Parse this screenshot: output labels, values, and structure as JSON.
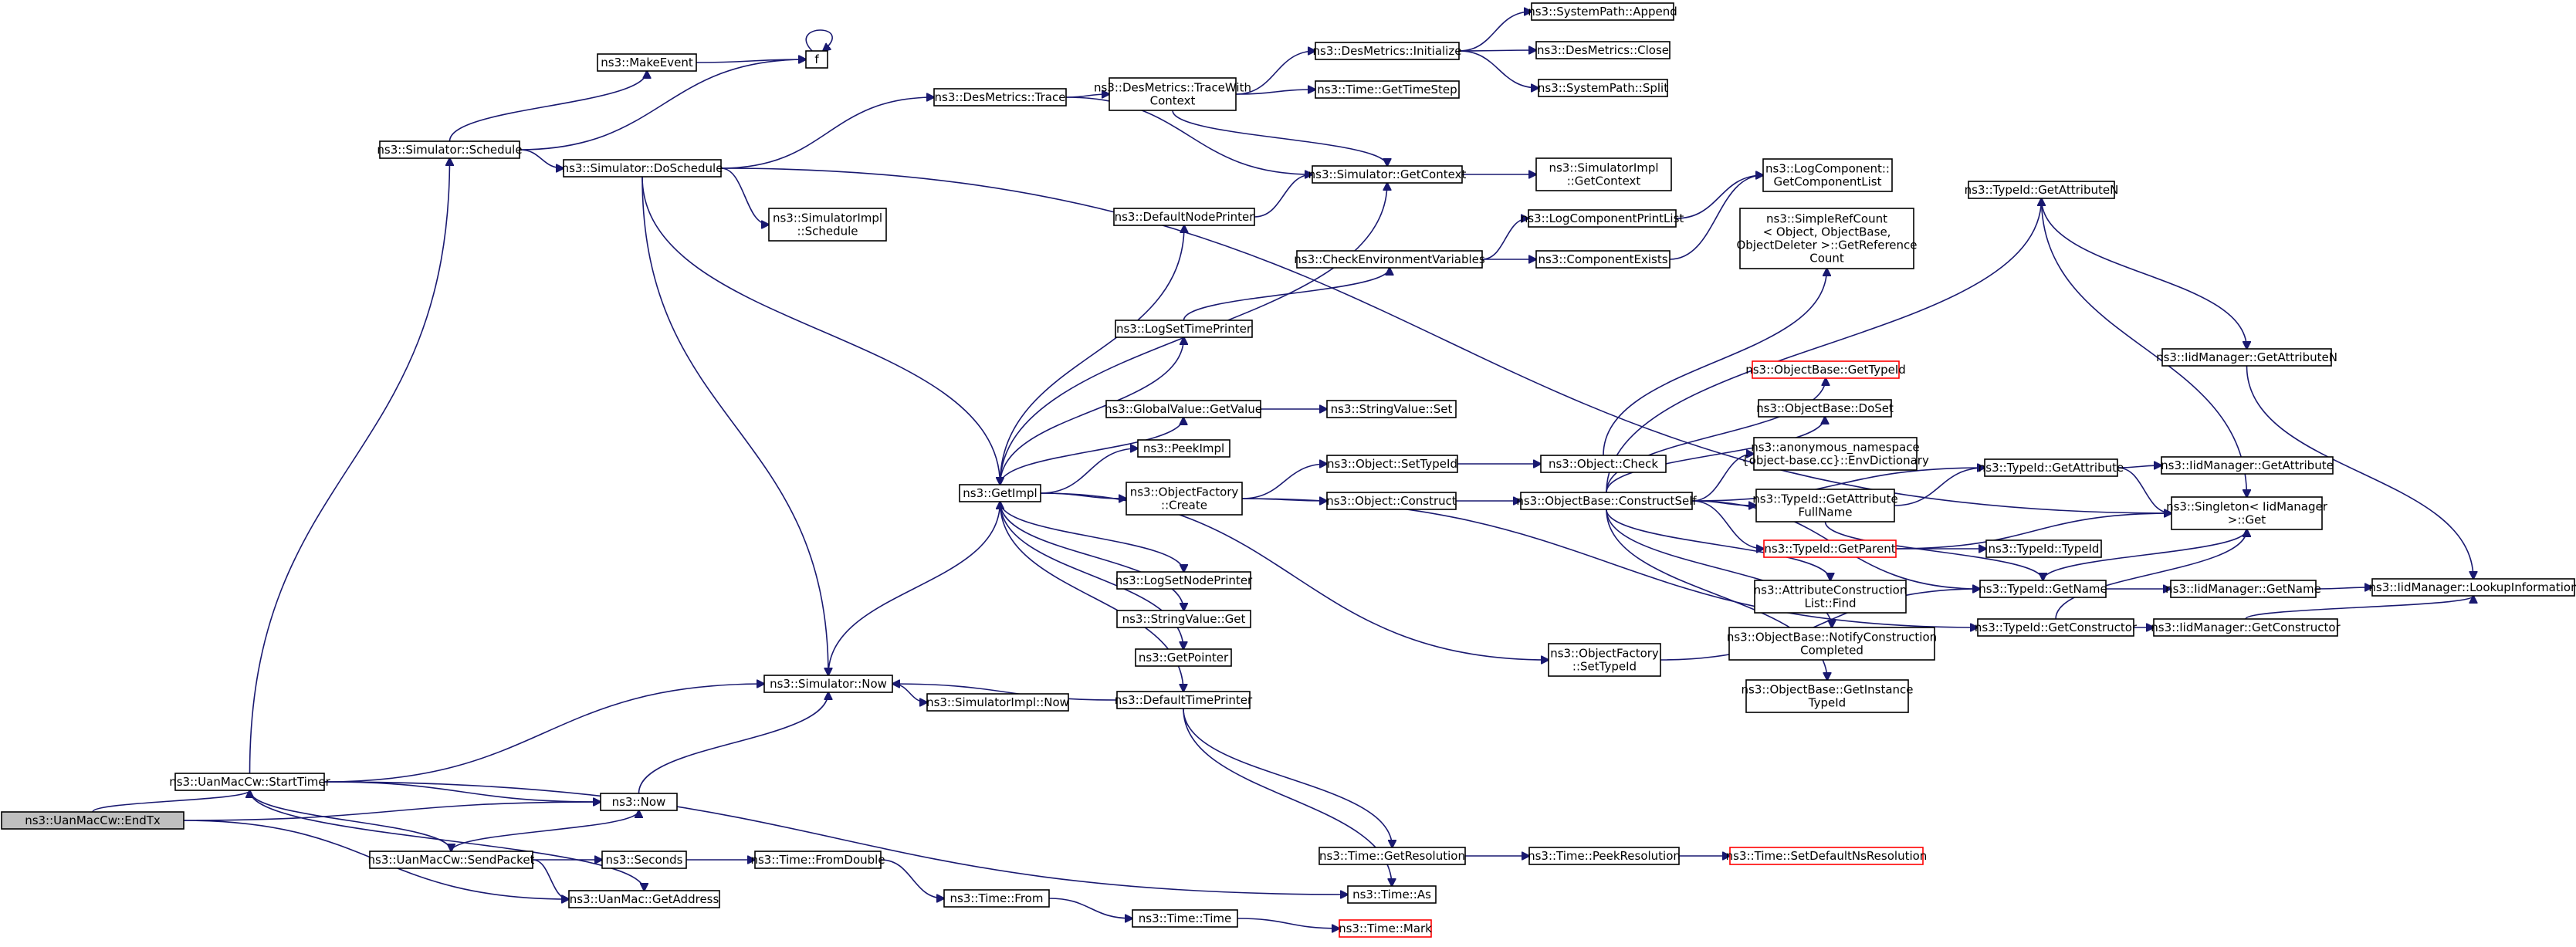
{
  "colors": {
    "edge": "#191970",
    "root_fill": "#bfbfbf",
    "highlight_border": "#ff0000"
  },
  "nodes": {
    "endtx": {
      "lines": [
        "ns3::UanMacCw::EndTx"
      ]
    },
    "starttimer": {
      "lines": [
        "ns3::UanMacCw::StartTimer"
      ]
    },
    "sendpacket": {
      "lines": [
        "ns3::UanMacCw::SendPacket"
      ]
    },
    "now": {
      "lines": [
        "ns3::Now"
      ]
    },
    "getaddress": {
      "lines": [
        "ns3::UanMac::GetAddress"
      ]
    },
    "sim_schedule": {
      "lines": [
        "ns3::Simulator::Schedule"
      ]
    },
    "makeevent": {
      "lines": [
        "ns3::MakeEvent"
      ]
    },
    "f": {
      "lines": [
        "f"
      ]
    },
    "doschedule": {
      "lines": [
        "ns3::Simulator::DoSchedule"
      ]
    },
    "impl_schedule": {
      "lines": [
        "ns3::SimulatorImpl",
        "::Schedule"
      ]
    },
    "sim_now": {
      "lines": [
        "ns3::Simulator::Now"
      ]
    },
    "impl_now": {
      "lines": [
        "ns3::SimulatorImpl::Now"
      ]
    },
    "seconds": {
      "lines": [
        "ns3::Seconds"
      ]
    },
    "fromdouble": {
      "lines": [
        "ns3::Time::FromDouble"
      ]
    },
    "time_from": {
      "lines": [
        "ns3::Time::From"
      ]
    },
    "time_time": {
      "lines": [
        "ns3::Time::Time"
      ]
    },
    "time_mark": {
      "lines": [
        "ns3::Time::Mark"
      ]
    },
    "getimpl": {
      "lines": [
        "ns3::GetImpl"
      ]
    },
    "desmetrics_trace": {
      "lines": [
        "ns3::DesMetrics::Trace"
      ]
    },
    "tracewith": {
      "lines": [
        "ns3::DesMetrics::TraceWith",
        "Context"
      ]
    },
    "desmetrics_init": {
      "lines": [
        "ns3::DesMetrics::Initialize"
      ]
    },
    "systempath_append": {
      "lines": [
        "ns3::SystemPath::Append"
      ]
    },
    "desmetrics_close": {
      "lines": [
        "ns3::DesMetrics::Close"
      ]
    },
    "systempath_split": {
      "lines": [
        "ns3::SystemPath::Split"
      ]
    },
    "gettimestep": {
      "lines": [
        "ns3::Time::GetTimeStep"
      ]
    },
    "sim_getcontext": {
      "lines": [
        "ns3::Simulator::GetContext"
      ]
    },
    "impl_getcontext": {
      "lines": [
        "ns3::SimulatorImpl",
        "::GetContext"
      ]
    },
    "defaultnodeprinter": {
      "lines": [
        "ns3::DefaultNodePrinter"
      ]
    },
    "checkenv": {
      "lines": [
        "ns3::CheckEnvironmentVariables"
      ]
    },
    "logcompprintlist": {
      "lines": [
        "ns3::LogComponentPrintList"
      ]
    },
    "logcomp_getlist": {
      "lines": [
        "ns3::LogComponent::",
        "GetComponentList"
      ]
    },
    "componentexists": {
      "lines": [
        "ns3::ComponentExists"
      ]
    },
    "logsettimeprinter": {
      "lines": [
        "ns3::LogSetTimePrinter"
      ]
    },
    "globalvalue_getvalue": {
      "lines": [
        "ns3::GlobalValue::GetValue"
      ]
    },
    "stringvalue_set": {
      "lines": [
        "ns3::StringValue::Set"
      ]
    },
    "peekimpl": {
      "lines": [
        "ns3::PeekImpl"
      ]
    },
    "objfactory_create": {
      "lines": [
        "ns3::ObjectFactory",
        "::Create"
      ]
    },
    "object_settypeid": {
      "lines": [
        "ns3::Object::SetTypeId"
      ]
    },
    "object_construct": {
      "lines": [
        "ns3::Object::Construct"
      ]
    },
    "object_check": {
      "lines": [
        "ns3::Object::Check"
      ]
    },
    "simplerefcount": {
      "lines": [
        "ns3::SimpleRefCount",
        "< Object, ObjectBase,",
        "ObjectDeleter >::GetReference",
        "Count"
      ]
    },
    "constructself": {
      "lines": [
        "ns3::ObjectBase::ConstructSelf"
      ]
    },
    "objbase_gettypeid": {
      "lines": [
        "ns3::ObjectBase::GetTypeId"
      ]
    },
    "objbase_doset": {
      "lines": [
        "ns3::ObjectBase::DoSet"
      ]
    },
    "envdictionary": {
      "lines": [
        "ns3::anonymous_namespace",
        "{object-base.cc}::EnvDictionary"
      ]
    },
    "typeid_getattrfullname": {
      "lines": [
        "ns3::TypeId::GetAttribute",
        "FullName"
      ]
    },
    "typeid_getparent": {
      "lines": [
        "ns3::TypeId::GetParent"
      ]
    },
    "attrconstructionlist_find": {
      "lines": [
        "ns3::AttributeConstruction",
        "List::Find"
      ]
    },
    "notifyconstruction": {
      "lines": [
        "ns3::ObjectBase::NotifyConstruction",
        "Completed"
      ]
    },
    "getinstancetypeid": {
      "lines": [
        "ns3::ObjectBase::GetInstance",
        "TypeId"
      ]
    },
    "logsetnodeprinter": {
      "lines": [
        "ns3::LogSetNodePrinter"
      ]
    },
    "stringvalue_get": {
      "lines": [
        "ns3::StringValue::Get"
      ]
    },
    "getpointer": {
      "lines": [
        "ns3::GetPointer"
      ]
    },
    "defaulttimeprinter": {
      "lines": [
        "ns3::DefaultTimePrinter"
      ]
    },
    "objfactory_settypeid": {
      "lines": [
        "ns3::ObjectFactory",
        "::SetTypeId"
      ]
    },
    "time_getresolution": {
      "lines": [
        "ns3::Time::GetResolution"
      ]
    },
    "time_peekresolution": {
      "lines": [
        "ns3::Time::PeekResolution"
      ]
    },
    "time_setdefaultns": {
      "lines": [
        "ns3::Time::SetDefaultNsResolution"
      ]
    },
    "time_as": {
      "lines": [
        "ns3::Time::As"
      ]
    },
    "typeid_getattributen": {
      "lines": [
        "ns3::TypeId::GetAttributeN"
      ]
    },
    "iid_getattributen": {
      "lines": [
        "ns3::IidManager::GetAttributeN"
      ]
    },
    "typeid_getattribute": {
      "lines": [
        "ns3::TypeId::GetAttribute"
      ]
    },
    "iid_getattribute": {
      "lines": [
        "ns3::IidManager::GetAttribute"
      ]
    },
    "singleton_get": {
      "lines": [
        "ns3::Singleton< IidManager",
        ">::Get"
      ]
    },
    "typeid_typeid": {
      "lines": [
        "ns3::TypeId::TypeId"
      ]
    },
    "typeid_getname": {
      "lines": [
        "ns3::TypeId::GetName"
      ]
    },
    "iid_getname": {
      "lines": [
        "ns3::IidManager::GetName"
      ]
    },
    "iid_lookup": {
      "lines": [
        "ns3::IidManager::LookupInformation"
      ]
    },
    "typeid_getconstructor": {
      "lines": [
        "ns3::TypeId::GetConstructor"
      ]
    },
    "iid_getconstructor": {
      "lines": [
        "ns3::IidManager::GetConstructor"
      ]
    }
  }
}
